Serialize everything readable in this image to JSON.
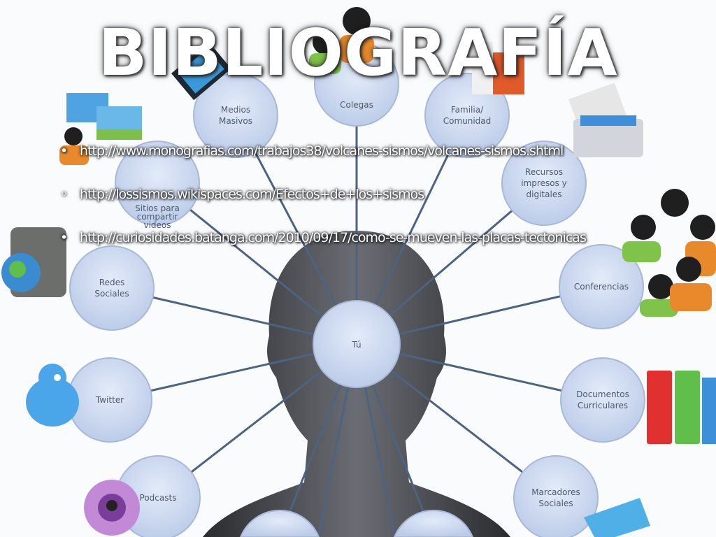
{
  "slide": {
    "title": "BIBLIOGRAFÍA",
    "references": [
      {
        "bullet": "•",
        "url": "http://www.monografias.com/trabajos38/volcanes-sismos/volcanes-sismos.shtml"
      },
      {
        "bullet": "◦",
        "url": "http://lossismos.wikispaces.com/Efectos+de+los+sismos"
      },
      {
        "bullet": "•",
        "url": "http://curiosidades.batanga.com/2010/09/17/como-se-mueven-las-placas-tectonicas"
      }
    ]
  },
  "diagram": {
    "center": "Tú",
    "nodes": [
      {
        "lines": [
          "Colegas"
        ]
      },
      {
        "lines": [
          "Medios",
          "Masivos"
        ]
      },
      {
        "lines": [
          "Familia/",
          "Comunidad"
        ]
      },
      {
        "lines": [
          "Sitios para",
          "compartir",
          "videos"
        ]
      },
      {
        "lines": [
          "Recursos",
          "impresos y",
          "digitales"
        ]
      },
      {
        "lines": [
          "Redes",
          "Sociales"
        ]
      },
      {
        "lines": [
          "Conferencias"
        ]
      },
      {
        "lines": [
          "Twitter"
        ]
      },
      {
        "lines": [
          "Documentos",
          "Curriculares"
        ]
      },
      {
        "lines": [
          "Podcasts"
        ]
      },
      {
        "lines": [
          "Marcadores",
          "Sociales"
        ]
      }
    ],
    "colors": {
      "node_fill": "#c9d7f0",
      "node_stroke": "#a8b8d6",
      "line": "#4c6382",
      "head": "#3d3f44"
    }
  }
}
